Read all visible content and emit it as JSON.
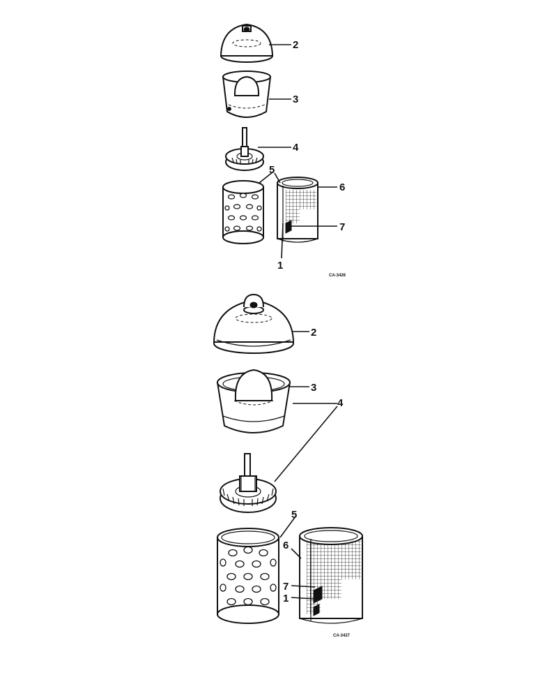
{
  "top_view": {
    "labels": {
      "cover": "2",
      "bowl": "3",
      "center_tube": "4",
      "perforated_element": "5",
      "screen": "6",
      "seam": "7",
      "element_assembly": "1"
    },
    "figure_code": "CA-3426"
  },
  "bottom_view": {
    "labels": {
      "cover": "2",
      "bowl": "3",
      "center_tube": "4",
      "perforated_element": "5",
      "screen": "6",
      "seam": "7",
      "element_assembly": "1"
    },
    "figure_code": "CA-3427"
  }
}
